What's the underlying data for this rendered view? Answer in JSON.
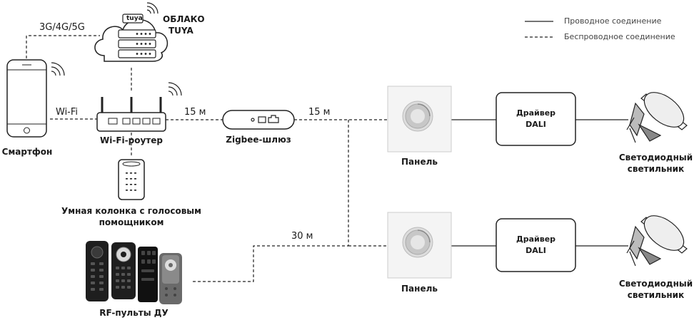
{
  "legend": {
    "wired": "Проводное соединение",
    "wireless": "Беспроводное соединение"
  },
  "labels": {
    "mobile_network": "3G/4G/5G",
    "cloud_line1": "ОБЛАКО",
    "cloud_line2": "TUYA",
    "tuya_logo": "tuya",
    "wifi_link": "Wi-Fi",
    "router": "Wi-Fi-роутер",
    "router_to_gateway": "15 м",
    "gateway": "Zigbee-шлюз",
    "gateway_to_panel": "15 м",
    "smartphone": "Смартфон",
    "speaker_line1": "Умная колонка с голосовым",
    "speaker_line2": "помощником",
    "remotes": "RF-пульты ДУ",
    "remotes_distance": "30 м",
    "panel_top": "Панель",
    "panel_bottom": "Панель",
    "driver_top_line1": "Драйвер",
    "driver_top_line2": "DALI",
    "driver_bottom_line1": "Драйвер",
    "driver_bottom_line2": "DALI",
    "lamp_top_line1": "Светодиодный",
    "lamp_top_line2": "светильник",
    "lamp_bottom_line1": "Светодиодный",
    "lamp_bottom_line2": "светильник"
  }
}
